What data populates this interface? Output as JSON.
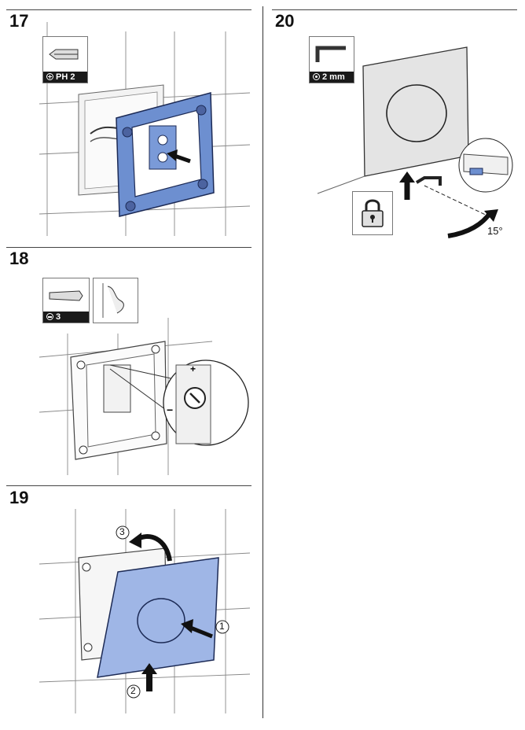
{
  "steps": [
    {
      "number": "17",
      "tool_label": "PH 2",
      "tool_icon": "phillips-screwdriver-icon"
    },
    {
      "number": "18",
      "tool_label": "3",
      "tool_icon": "flat-screwdriver-icon"
    },
    {
      "number": "19",
      "callouts": [
        "1",
        "2",
        "3"
      ]
    },
    {
      "number": "20",
      "tool_label": "2 mm",
      "tool_icon": "hex-key-icon",
      "angle_label": "15°"
    }
  ],
  "colors": {
    "accent_blue": "#6d8fd0",
    "plate_grey": "#e4e4e4",
    "line": "#222222"
  }
}
